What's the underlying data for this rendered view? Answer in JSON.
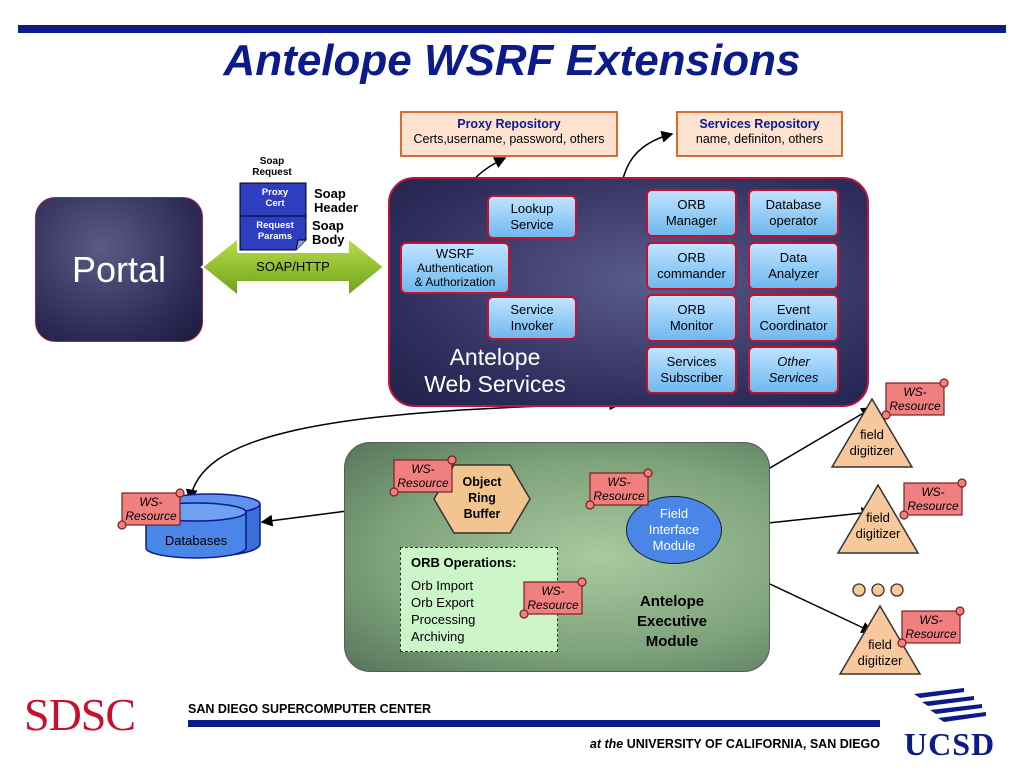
{
  "title": "Antelope WSRF Extensions",
  "proxy_repo": {
    "title": "Proxy Repository",
    "sub": "Certs,username, password, others"
  },
  "services_repo": {
    "title": "Services Repository",
    "sub": "name, definiton, others"
  },
  "soap_request": {
    "label_line1": "Soap",
    "label_line2": "Request",
    "cert_line1": "Proxy",
    "cert_line2": "Cert",
    "params_line1": "Request",
    "params_line2": "Params",
    "header_line1": "Soap",
    "header_line2": "Header",
    "body_line1": "Soap",
    "body_line2": "Body"
  },
  "portal": "Portal",
  "soap_http": "SOAP/HTTP",
  "web_services": {
    "label_line1": "Antelope",
    "label_line2": "Web Services",
    "lookup": [
      "Lookup",
      "Service"
    ],
    "wsrf": [
      "WSRF",
      "Authentication",
      "& Authorization"
    ],
    "invoker": [
      "Service",
      "Invoker"
    ],
    "orb_manager": [
      "ORB",
      "Manager"
    ],
    "database_operator": [
      "Database",
      "operator"
    ],
    "orb_commander": [
      "ORB",
      "commander"
    ],
    "data_analyzer": [
      "Data",
      "Analyzer"
    ],
    "orb_monitor": [
      "ORB",
      "Monitor"
    ],
    "event_coordinator": [
      "Event",
      "Coordinator"
    ],
    "services_subscriber": [
      "Services",
      "Subscriber"
    ],
    "other_services": [
      "Other",
      "Services"
    ]
  },
  "ws_resource": [
    "WS-",
    "Resource"
  ],
  "databases": "Databases",
  "object_ring_buffer": [
    "Object",
    "Ring",
    "Buffer"
  ],
  "field_interface": [
    "Field",
    "Interface",
    "Module"
  ],
  "orb_operations": {
    "heading": "ORB Operations:",
    "items": [
      "Orb Import",
      "Orb Export",
      "Processing",
      "Archiving"
    ]
  },
  "executive_module": [
    "Antelope",
    "Executive",
    "Module"
  ],
  "field_digitizer": [
    "field",
    "digitizer"
  ],
  "footer": {
    "sdsc_logo": "SDSC",
    "sdsc_name": "SAN DIEGO SUPERCOMPUTER CENTER",
    "at_the": "at the",
    "university": "UNIVERSITY OF CALIFORNIA, SAN DIEGO",
    "ucsd_logo": "UCSD"
  },
  "colors": {
    "navy": "#0b1c8a",
    "red": "#c8102e",
    "scroll_fill": "#f08080",
    "digitizer_fill": "#f7c89b"
  }
}
